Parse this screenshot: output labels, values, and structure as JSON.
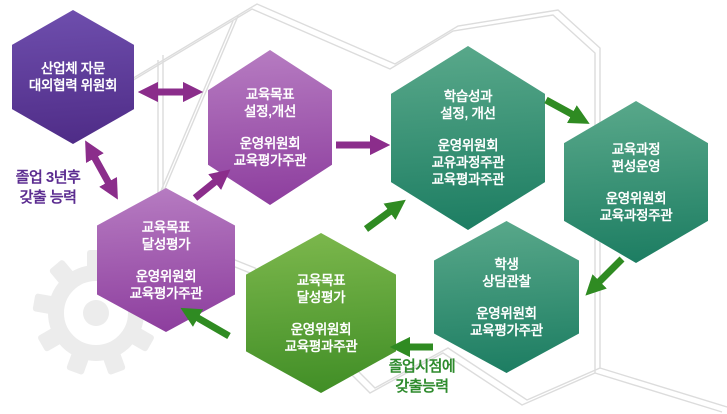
{
  "diagram": {
    "hexagons": [
      {
        "name": "industry-advisory-committee",
        "palette": "purple_dark",
        "title": [
          "산업체 자문",
          "대외협력 위원회"
        ],
        "subtitle": []
      },
      {
        "name": "edu-objectives-set-improve",
        "palette": "purple",
        "title": [
          "교육목표",
          "설정,개선"
        ],
        "subtitle": [
          "운영위원회",
          "교육평가주관"
        ]
      },
      {
        "name": "learning-outcomes-set-improve",
        "palette": "teal",
        "title": [
          "학습성과",
          "설정, 개선"
        ],
        "subtitle": [
          "운영위원회",
          "교유과정주관",
          "교육평과주관"
        ]
      },
      {
        "name": "curriculum-organize-operate",
        "palette": "teal",
        "title": [
          "교육과정",
          "편성운영"
        ],
        "subtitle": [
          "운영위원회",
          "교육과정주관"
        ]
      },
      {
        "name": "student-counsel-observe",
        "palette": "teal",
        "title": [
          "학생",
          "상담관찰"
        ],
        "subtitle": [
          "운영위원회",
          "교육평가주관"
        ]
      },
      {
        "name": "edu-objectives-achievement-eval-green",
        "palette": "green",
        "title": [
          "교육목표",
          "달성평가"
        ],
        "subtitle": [
          "운영위원회",
          "교육평과주관"
        ]
      },
      {
        "name": "edu-objectives-achievement-eval-purple",
        "palette": "purple",
        "title": [
          "교육목표",
          "달성평가"
        ],
        "subtitle": [
          "운영위원회",
          "교육평가주관"
        ]
      }
    ],
    "labels": {
      "left": {
        "lines": [
          "졸업 3년후",
          "갖출 능력"
        ]
      },
      "bottom": {
        "lines": [
          "졸업시점에",
          "갖출능력"
        ]
      }
    },
    "arrows": [
      {
        "name": "industry-objectives-two-way",
        "color": "purple",
        "double": true
      },
      {
        "name": "industry-achievement-two-way",
        "color": "purple",
        "double": true
      },
      {
        "name": "achievement-purple-to-objectives",
        "color": "purple",
        "double": false
      },
      {
        "name": "objectives-to-outcomes",
        "color": "purple",
        "double": false
      },
      {
        "name": "outcomes-to-curriculum",
        "color": "green",
        "double": false
      },
      {
        "name": "curriculum-to-counseling",
        "color": "green",
        "double": false
      },
      {
        "name": "counseling-to-achievement-green",
        "color": "green",
        "double": false
      },
      {
        "name": "achievement-green-to-achievement-purple",
        "color": "green",
        "double": false
      },
      {
        "name": "achievement-green-to-outcomes",
        "color": "green",
        "double": false
      }
    ],
    "colors": {
      "purple_arrow": "#8b2d8b",
      "green_arrow": "#2f8b22",
      "label_left": "#5b2c90",
      "label_bottom": "#2e8b2d",
      "purple_dark_top": "#6f4fae",
      "purple_dark_bottom": "#4e2b86",
      "purple_top": "#b77dc2",
      "purple_bottom": "#8c3c9d",
      "teal_top": "#5aa98b",
      "teal_bottom": "#1b7c61",
      "green_top": "#7db84d",
      "green_bottom": "#3f8d25",
      "gear": "#ececec",
      "border_line": "#dcdcdc"
    }
  }
}
